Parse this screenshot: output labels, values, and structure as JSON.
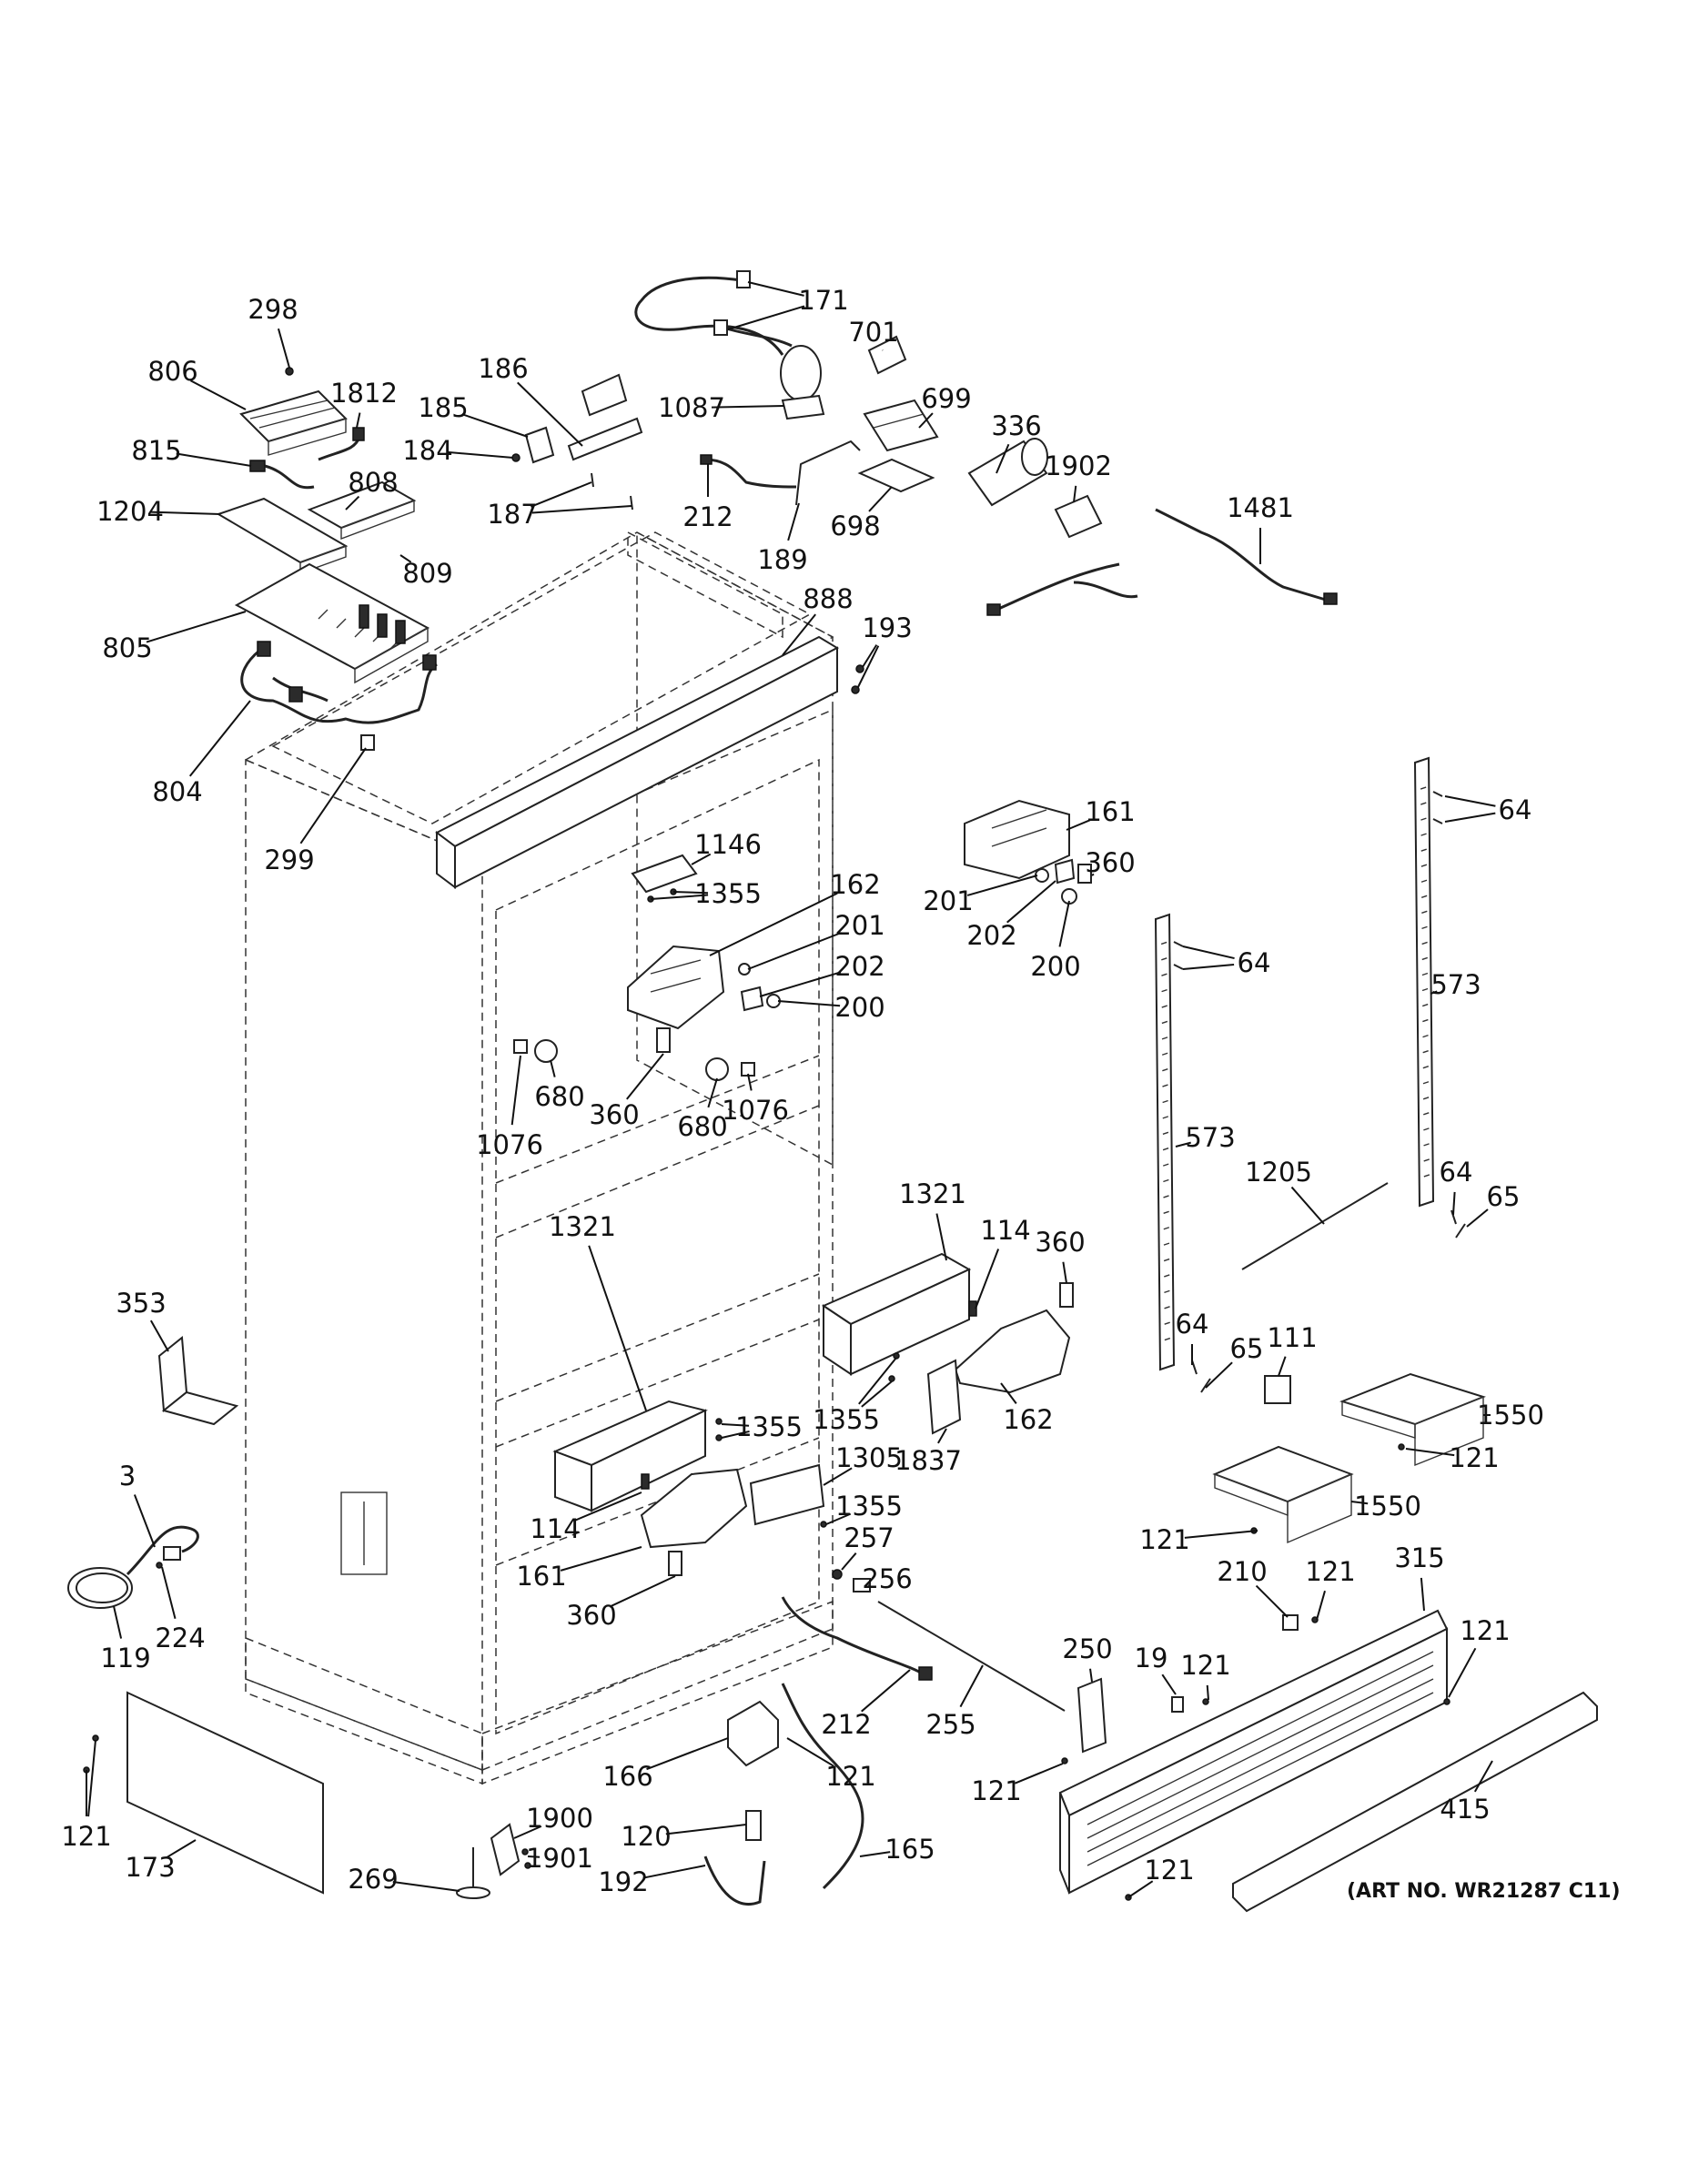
{
  "art_number": "(ART NO. WR21287 C11)",
  "callouts": [
    {
      "id": "c298",
      "text": "298"
    },
    {
      "id": "c806",
      "text": "806"
    },
    {
      "id": "c1812",
      "text": "1812"
    },
    {
      "id": "c815",
      "text": "815"
    },
    {
      "id": "c808",
      "text": "808"
    },
    {
      "id": "c1204",
      "text": "1204"
    },
    {
      "id": "c809",
      "text": "809"
    },
    {
      "id": "c805",
      "text": "805"
    },
    {
      "id": "c804",
      "text": "804"
    },
    {
      "id": "c299",
      "text": "299"
    },
    {
      "id": "c186",
      "text": "186"
    },
    {
      "id": "c185",
      "text": "185"
    },
    {
      "id": "c184",
      "text": "184"
    },
    {
      "id": "c187",
      "text": "187"
    },
    {
      "id": "c171",
      "text": "171"
    },
    {
      "id": "c701",
      "text": "701"
    },
    {
      "id": "c1087",
      "text": "1087"
    },
    {
      "id": "c699",
      "text": "699"
    },
    {
      "id": "c336",
      "text": "336"
    },
    {
      "id": "c1902",
      "text": "1902"
    },
    {
      "id": "c212a",
      "text": "212"
    },
    {
      "id": "c698",
      "text": "698"
    },
    {
      "id": "c189",
      "text": "189"
    },
    {
      "id": "c1481",
      "text": "1481"
    },
    {
      "id": "c888",
      "text": "888"
    },
    {
      "id": "c193",
      "text": "193"
    },
    {
      "id": "c161a",
      "text": "161"
    },
    {
      "id": "c64a",
      "text": "64"
    },
    {
      "id": "c360a",
      "text": "360"
    },
    {
      "id": "c201a",
      "text": "201"
    },
    {
      "id": "c202a",
      "text": "202"
    },
    {
      "id": "c200a",
      "text": "200"
    },
    {
      "id": "c1146",
      "text": "1146"
    },
    {
      "id": "c1355a",
      "text": "1355"
    },
    {
      "id": "c162a",
      "text": "162"
    },
    {
      "id": "c201b",
      "text": "201"
    },
    {
      "id": "c202b",
      "text": "202"
    },
    {
      "id": "c200b",
      "text": "200"
    },
    {
      "id": "c64b",
      "text": "64"
    },
    {
      "id": "c573a",
      "text": "573"
    },
    {
      "id": "c680a",
      "text": "680"
    },
    {
      "id": "c360b",
      "text": "360"
    },
    {
      "id": "c680b",
      "text": "680"
    },
    {
      "id": "c1076a",
      "text": "1076"
    },
    {
      "id": "c1076b",
      "text": "1076"
    },
    {
      "id": "c573b",
      "text": "573"
    },
    {
      "id": "c1205",
      "text": "1205"
    },
    {
      "id": "c64c",
      "text": "64"
    },
    {
      "id": "c65a",
      "text": "65"
    },
    {
      "id": "c1321a",
      "text": "1321"
    },
    {
      "id": "c114a",
      "text": "114"
    },
    {
      "id": "c360c",
      "text": "360"
    },
    {
      "id": "c1321b",
      "text": "1321"
    },
    {
      "id": "c353",
      "text": "353"
    },
    {
      "id": "c64d",
      "text": "64"
    },
    {
      "id": "c65b",
      "text": "65"
    },
    {
      "id": "c111",
      "text": "111"
    },
    {
      "id": "c1355b",
      "text": "1355"
    },
    {
      "id": "c162b",
      "text": "162"
    },
    {
      "id": "c1550a",
      "text": "1550"
    },
    {
      "id": "c1355c",
      "text": "1355"
    },
    {
      "id": "c1305",
      "text": "1305"
    },
    {
      "id": "c1837",
      "text": "1837"
    },
    {
      "id": "c121a",
      "text": "121"
    },
    {
      "id": "c3",
      "text": "3"
    },
    {
      "id": "c1550b",
      "text": "1550"
    },
    {
      "id": "c1355d",
      "text": "1355"
    },
    {
      "id": "c114b",
      "text": "114"
    },
    {
      "id": "c257",
      "text": "257"
    },
    {
      "id": "c121b",
      "text": "121"
    },
    {
      "id": "c315",
      "text": "315"
    },
    {
      "id": "c161b",
      "text": "161"
    },
    {
      "id": "c256",
      "text": "256"
    },
    {
      "id": "c210",
      "text": "210"
    },
    {
      "id": "c121c",
      "text": "121"
    },
    {
      "id": "c360d",
      "text": "360"
    },
    {
      "id": "c224",
      "text": "224"
    },
    {
      "id": "c119",
      "text": "119"
    },
    {
      "id": "c250",
      "text": "250"
    },
    {
      "id": "c19",
      "text": "19"
    },
    {
      "id": "c121d",
      "text": "121"
    },
    {
      "id": "c121e",
      "text": "121"
    },
    {
      "id": "c212b",
      "text": "212"
    },
    {
      "id": "c255",
      "text": "255"
    },
    {
      "id": "c166",
      "text": "166"
    },
    {
      "id": "c121f",
      "text": "121"
    },
    {
      "id": "c121g",
      "text": "121"
    },
    {
      "id": "c415",
      "text": "415"
    },
    {
      "id": "c1900",
      "text": "1900"
    },
    {
      "id": "c120",
      "text": "120"
    },
    {
      "id": "c121h",
      "text": "121"
    },
    {
      "id": "c1901",
      "text": "1901"
    },
    {
      "id": "c165",
      "text": "165"
    },
    {
      "id": "c173",
      "text": "173"
    },
    {
      "id": "c192",
      "text": "192"
    },
    {
      "id": "c269",
      "text": "269"
    },
    {
      "id": "c121i",
      "text": "121"
    }
  ]
}
